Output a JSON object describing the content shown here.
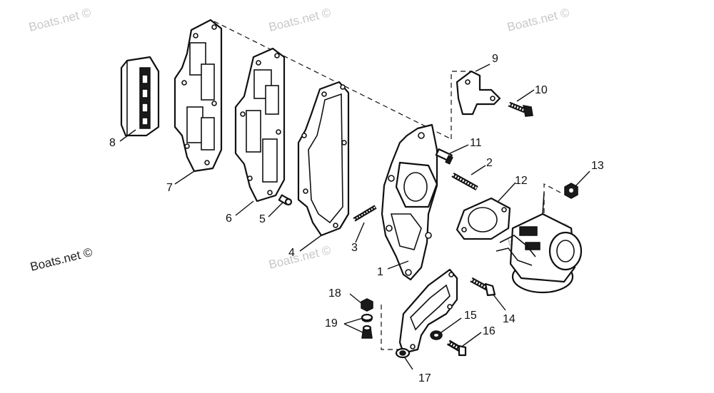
{
  "watermark": {
    "text": "Boats.net ©"
  },
  "callouts": [
    {
      "id": "1",
      "label": "1"
    },
    {
      "id": "2",
      "label": "2"
    },
    {
      "id": "3",
      "label": "3"
    },
    {
      "id": "4",
      "label": "4"
    },
    {
      "id": "5",
      "label": "5"
    },
    {
      "id": "6",
      "label": "6"
    },
    {
      "id": "7",
      "label": "7"
    },
    {
      "id": "8",
      "label": "8"
    },
    {
      "id": "9",
      "label": "9"
    },
    {
      "id": "10",
      "label": "10"
    },
    {
      "id": "11",
      "label": "11"
    },
    {
      "id": "12",
      "label": "12"
    },
    {
      "id": "13",
      "label": "13"
    },
    {
      "id": "14",
      "label": "14"
    },
    {
      "id": "15",
      "label": "15"
    },
    {
      "id": "16",
      "label": "16"
    },
    {
      "id": "17",
      "label": "17"
    },
    {
      "id": "18",
      "label": "18"
    },
    {
      "id": "19",
      "label": "19"
    }
  ]
}
